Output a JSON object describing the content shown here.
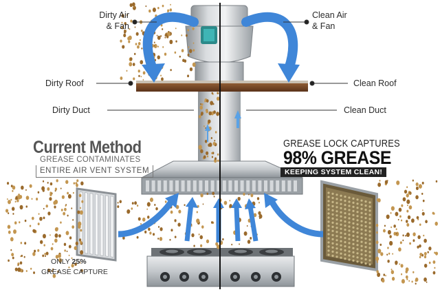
{
  "labels": {
    "dirty_air_fan": [
      "Dirty Air",
      "& Fan"
    ],
    "clean_air_fan": [
      "Clean Air",
      "& Fan"
    ],
    "dirty_roof": "Dirty Roof",
    "clean_roof": "Clean Roof",
    "dirty_duct": "Dirty Duct",
    "clean_duct": "Clean Duct"
  },
  "current_method": {
    "title": "Current Method",
    "subtitle": "GREASE CONTAMINATES",
    "boxed": "ENTIRE AIR VENT SYSTEM"
  },
  "grease_lock": {
    "line1": "GREASE LOCK CAPTURES",
    "line2": "98% GREASE",
    "line3": "KEEPING SYSTEM CLEAN!"
  },
  "capture_note": {
    "prefix": "ONLY ",
    "percent": "25%",
    "suffix": "GREASE CAPTURE"
  },
  "colors": {
    "arrow_blue": "#3f86d8",
    "arrow_light": "#8cc4f2",
    "roof_wood": "#7b4a28",
    "grease_dot": "#9a6a2c",
    "steel": "#b8bcc1",
    "divider": "#111111"
  }
}
